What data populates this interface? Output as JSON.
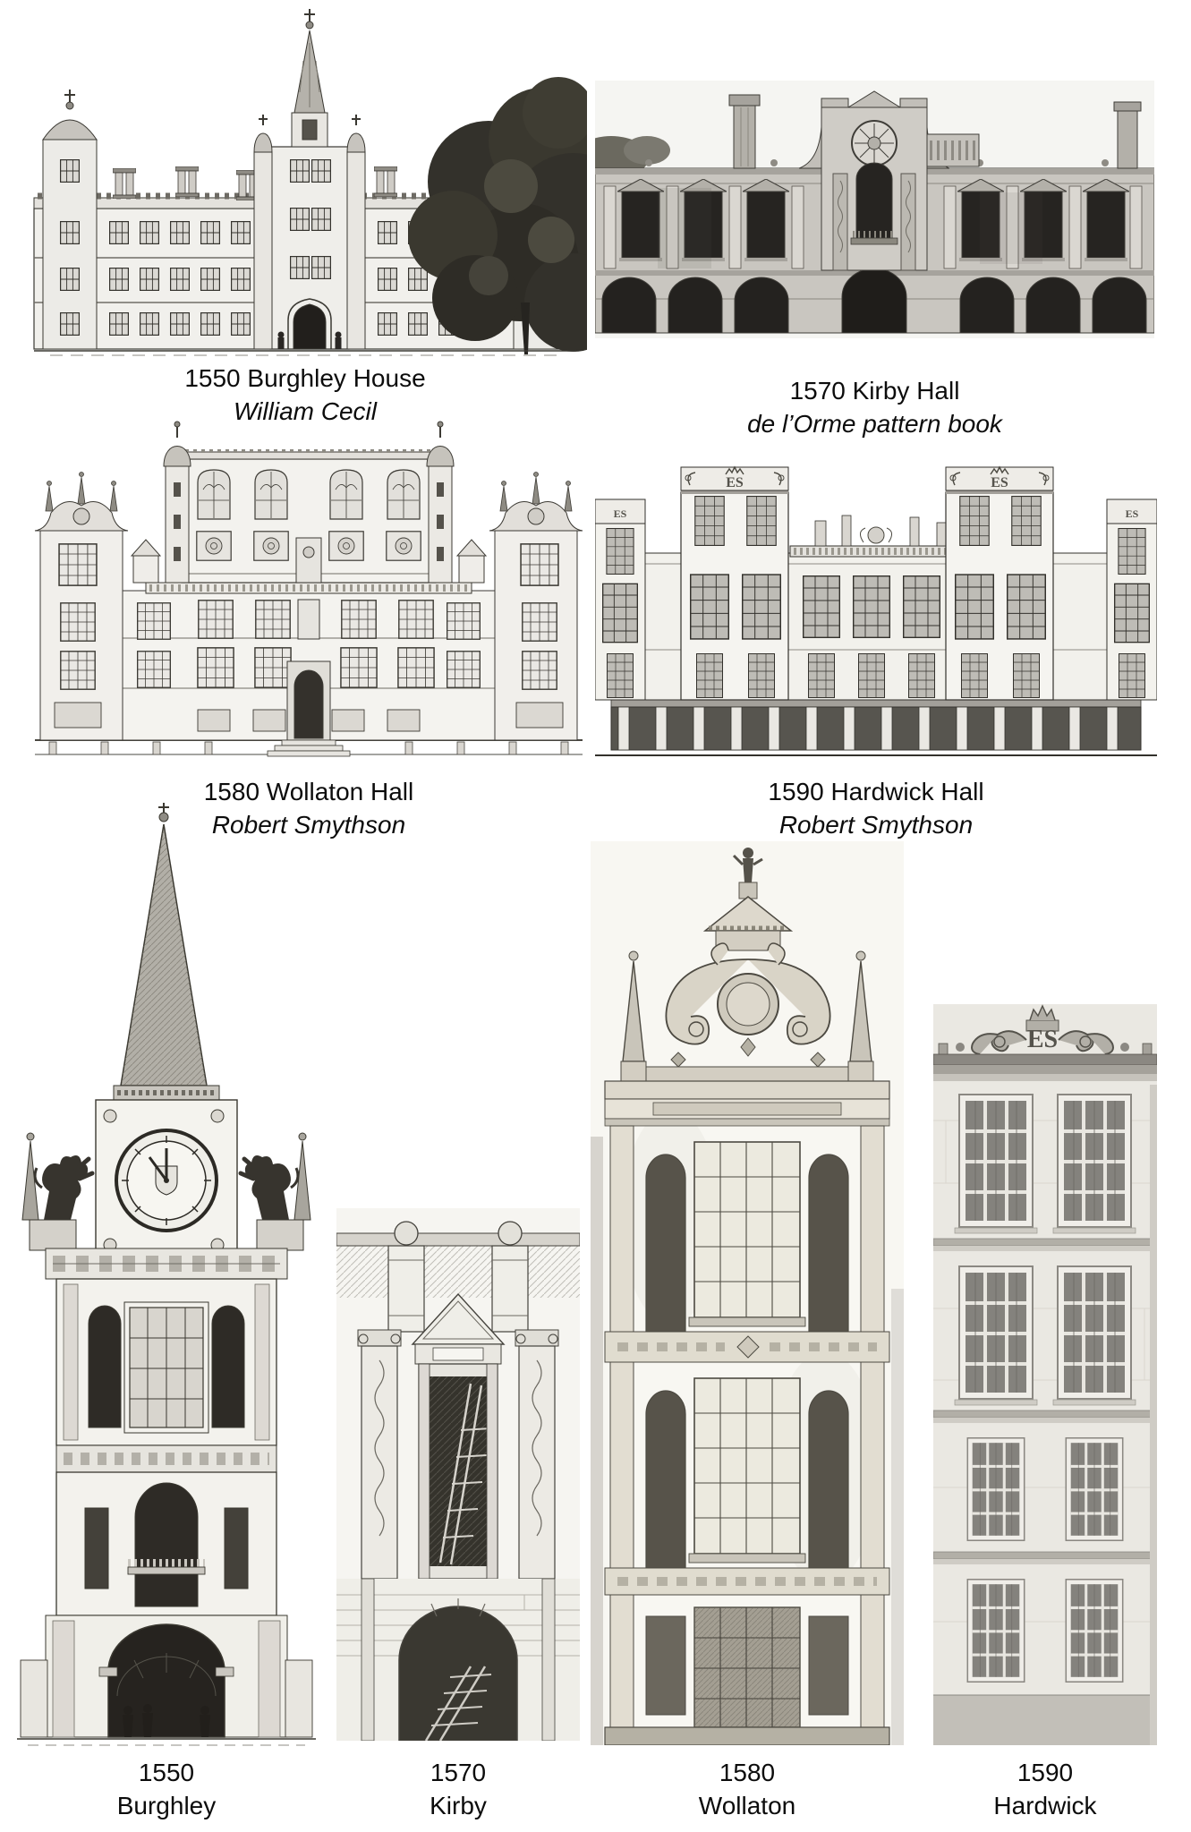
{
  "page": {
    "background": "#ffffff",
    "text_color": "#0c0c0c"
  },
  "captions": {
    "burghley_house": {
      "line1": "1550 Burghley House",
      "line2": "William Cecil"
    },
    "kirby_hall": {
      "line1": "1570 Kirby Hall",
      "line2": "de l’Orme pattern book"
    },
    "wollaton_hall": {
      "line1": "1580 Wollaton Hall",
      "line2": "Robert Smythson"
    },
    "hardwick_hall": {
      "line1": "1590 Hardwick Hall",
      "line2": "Robert Smythson"
    },
    "burghley_detail": {
      "line1": "1550",
      "line2": "Burghley"
    },
    "kirby_detail": {
      "line1": "1570",
      "line2": "Kirby"
    },
    "wollaton_detail": {
      "line1": "1580",
      "line2": "Wollaton"
    },
    "hardwick_detail": {
      "line1": "1590",
      "line2": "Hardwick"
    }
  },
  "monograms": {
    "hardwick_es": "ES"
  }
}
